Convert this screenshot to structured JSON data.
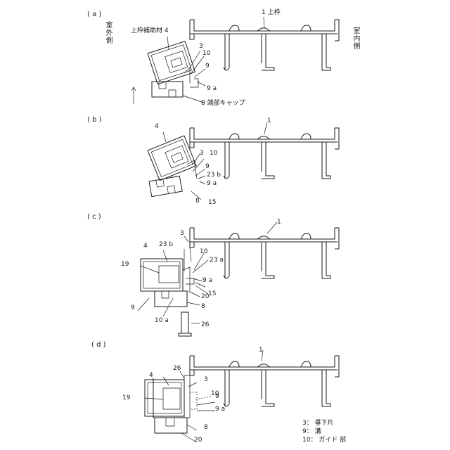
{
  "panels": [
    {
      "id": "( a )"
    },
    {
      "id": "( b )"
    },
    {
      "id": "( c )"
    },
    {
      "id": "( d )"
    }
  ],
  "sides": {
    "outdoor": "室外側",
    "indoor": "室内側"
  },
  "labels": {
    "a": {
      "frame": "1 上枠",
      "aux": "上枠補助材 4",
      "n3": "3",
      "n10": "10",
      "n9": "9",
      "n9a": "9 a",
      "cap": "8 端部キャップ"
    },
    "b": {
      "n1": "1",
      "n4": "4",
      "n3": "3",
      "n10": "10",
      "n9": "9",
      "n23b": "23 b",
      "n9a": "9 a",
      "n8": "8",
      "n15": "15"
    },
    "c": {
      "n1": "1",
      "n3": "3",
      "n4": "4",
      "n23b": "23 b",
      "n10": "10",
      "n23a": "23 a",
      "n19": "19",
      "n9a": "9 a",
      "n15": "15",
      "n20": "20",
      "n9": "9",
      "n8": "8",
      "n10a": "10 a",
      "n26": "26"
    },
    "d": {
      "n1": "1",
      "n4": "4",
      "n26": "26",
      "n3": "3",
      "n10": "10",
      "n9": "9",
      "n19": "19",
      "n9a": "9 a",
      "n8": "8",
      "n20": "20"
    }
  },
  "legend": [
    "3： 垂下片",
    "9： 溝",
    "10： ガイド 部"
  ]
}
